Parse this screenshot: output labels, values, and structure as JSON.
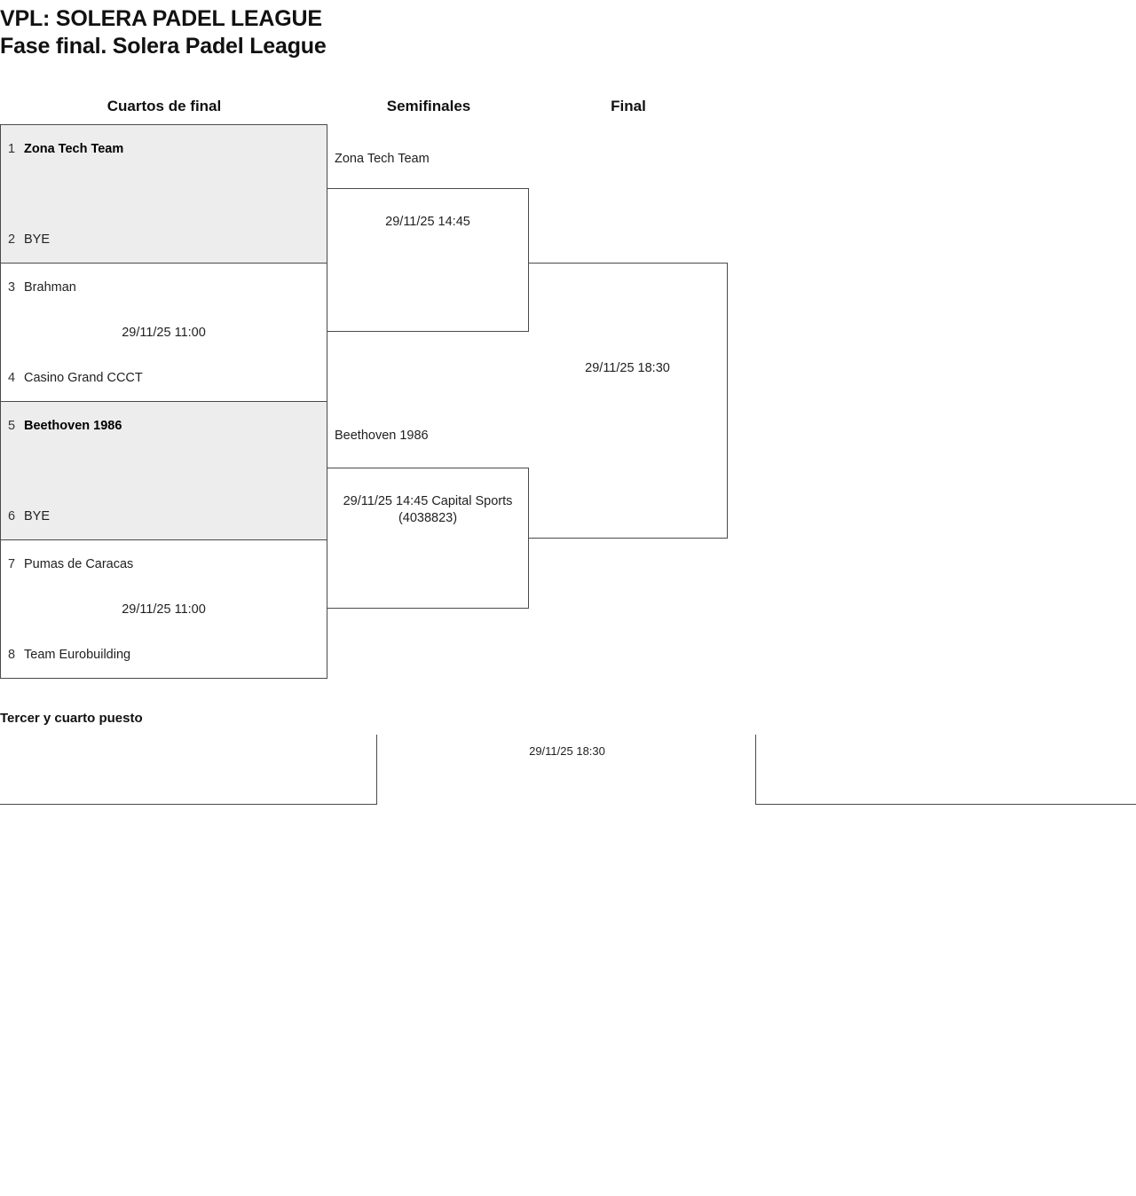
{
  "header": {
    "title_line1": "VPL: SOLERA PADEL LEAGUE",
    "title_line2": "Fase final. Solera Padel League"
  },
  "rounds": {
    "quarterfinals_label": "Cuartos de final",
    "semifinals_label": "Semifinales",
    "final_label": "Final"
  },
  "quarterfinals": [
    {
      "top": {
        "seed": "1",
        "team": "Zona Tech Team",
        "winner": true
      },
      "bottom": {
        "seed": "2",
        "team": "BYE",
        "winner": false
      },
      "match_time": "",
      "shaded": true
    },
    {
      "top": {
        "seed": "3",
        "team": "Brahman",
        "winner": false
      },
      "bottom": {
        "seed": "4",
        "team": "Casino Grand CCCT",
        "winner": false
      },
      "match_time": "29/11/25 11:00",
      "shaded": false
    },
    {
      "top": {
        "seed": "5",
        "team": "Beethoven 1986",
        "winner": true
      },
      "bottom": {
        "seed": "6",
        "team": "BYE",
        "winner": false
      },
      "match_time": "",
      "shaded": true
    },
    {
      "top": {
        "seed": "7",
        "team": "Pumas de Caracas",
        "winner": false
      },
      "bottom": {
        "seed": "8",
        "team": "Team Eurobuilding",
        "winner": false
      },
      "match_time": "29/11/25 11:00",
      "shaded": false
    }
  ],
  "semifinals": [
    {
      "advancing_team": "Zona Tech Team",
      "match_time": "29/11/25 14:45"
    },
    {
      "advancing_team": "Beethoven 1986",
      "match_time": "29/11/25 14:45 Capital Sports (4038823)"
    }
  ],
  "final": {
    "match_time": "29/11/25 18:30"
  },
  "third_place": {
    "heading": "Tercer y cuarto puesto",
    "match_time": "29/11/25 18:30"
  },
  "colors": {
    "shaded_row": "#ededed",
    "border": "#4a4a4a",
    "text": "#1f1f1f",
    "background": "#ffffff"
  }
}
